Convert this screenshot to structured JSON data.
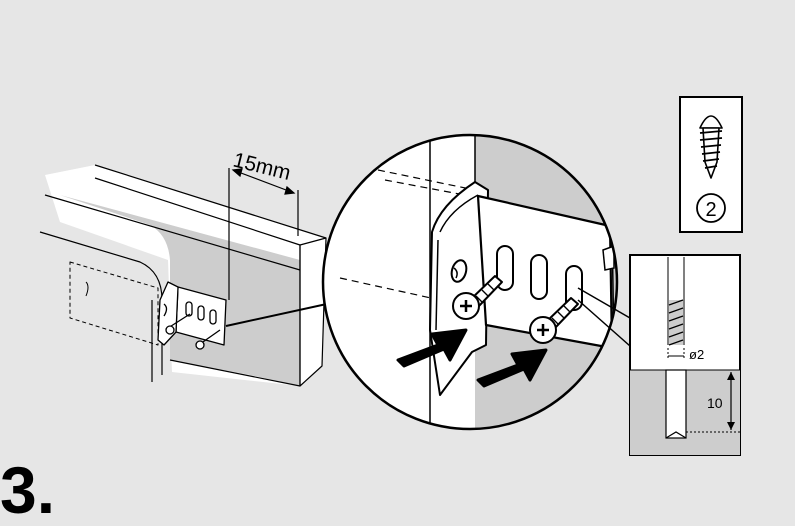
{
  "step_number": "3.",
  "labels": {
    "distance": "15mm",
    "screw_count": "2",
    "hole_diameter": "ø2",
    "hole_depth": "10"
  },
  "colors": {
    "background": "#e6e6e6",
    "panel_white": "#ffffff",
    "surface_gray": "#cdcdcd",
    "ink": "#000000"
  },
  "icons": [
    "screw-icon",
    "arrow-icon",
    "bracket-icon"
  ]
}
